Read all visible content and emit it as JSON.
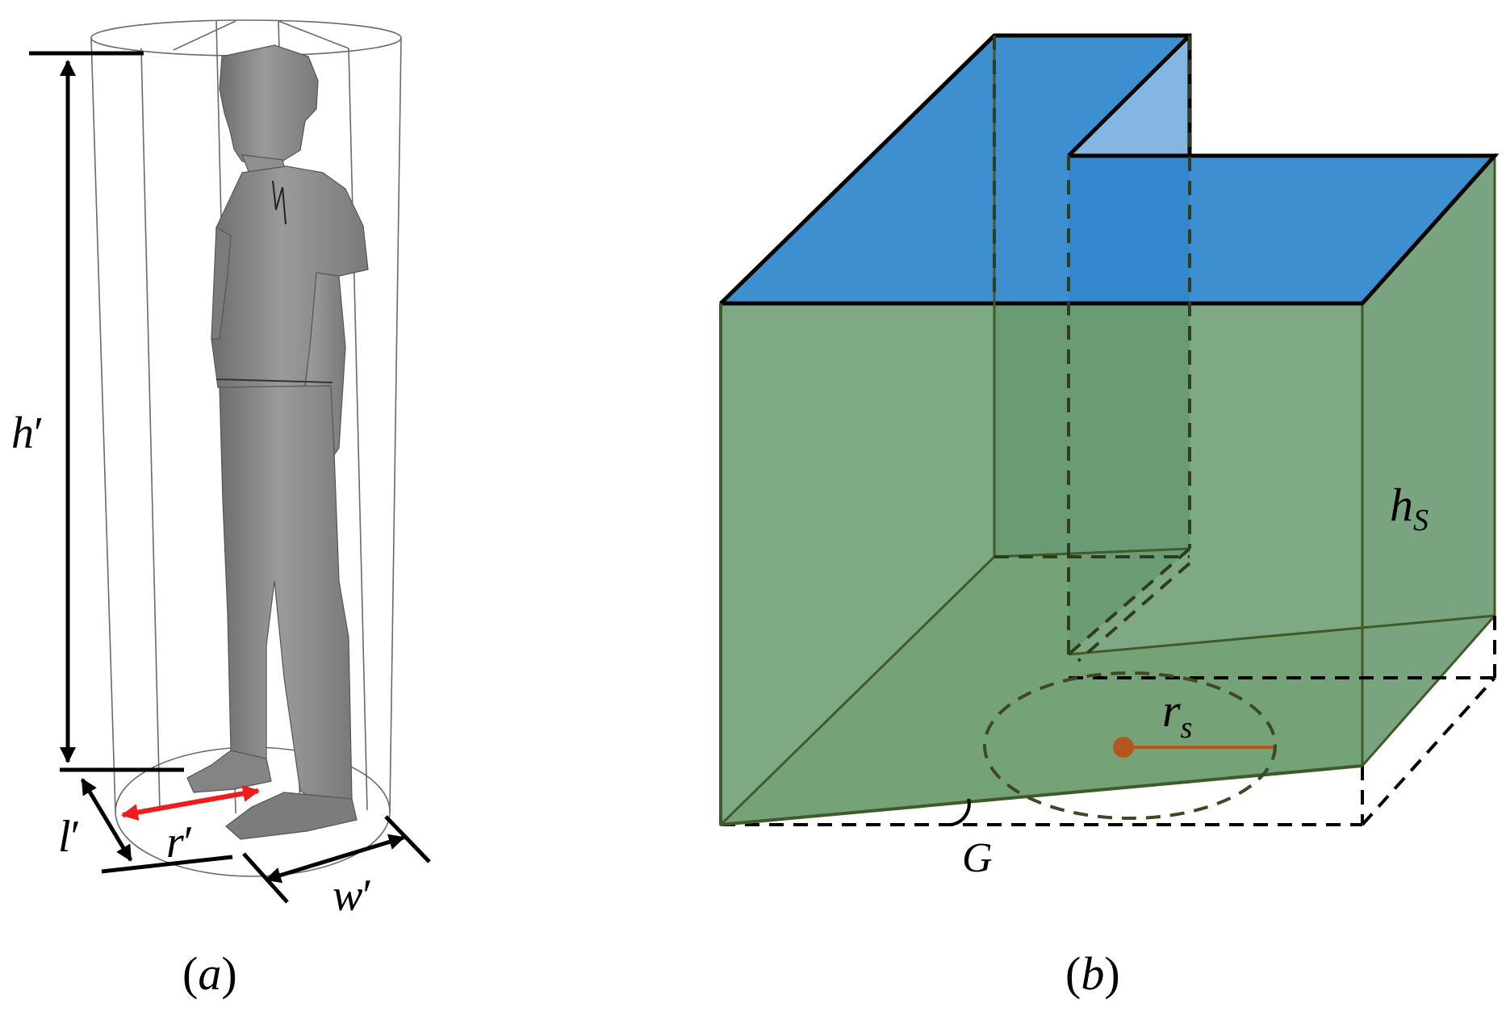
{
  "panel_a": {
    "caption": {
      "open": "(",
      "letter": "a",
      "close": ")"
    },
    "labels": {
      "height": {
        "base": "h",
        "prime": "′"
      },
      "length": {
        "base": "l",
        "prime": "′"
      },
      "radius": {
        "base": "r",
        "prime": "′"
      },
      "width": {
        "base": "w",
        "prime": "′"
      }
    },
    "colors": {
      "figure": "#8c8c8c",
      "radius_arrow": "#ee1c1c",
      "outline": "#000000"
    }
  },
  "panel_b": {
    "caption": {
      "open": "(",
      "letter": "b",
      "close": ")"
    },
    "labels": {
      "height": {
        "base": "h",
        "sub": "S"
      },
      "radius": {
        "base": "r",
        "sub": "s"
      },
      "angle": "G"
    },
    "colors": {
      "top": "#3b8fd1",
      "walls": "#6f9e72",
      "floor": "#b0c48a",
      "radius_marker": "#b5561e"
    }
  }
}
